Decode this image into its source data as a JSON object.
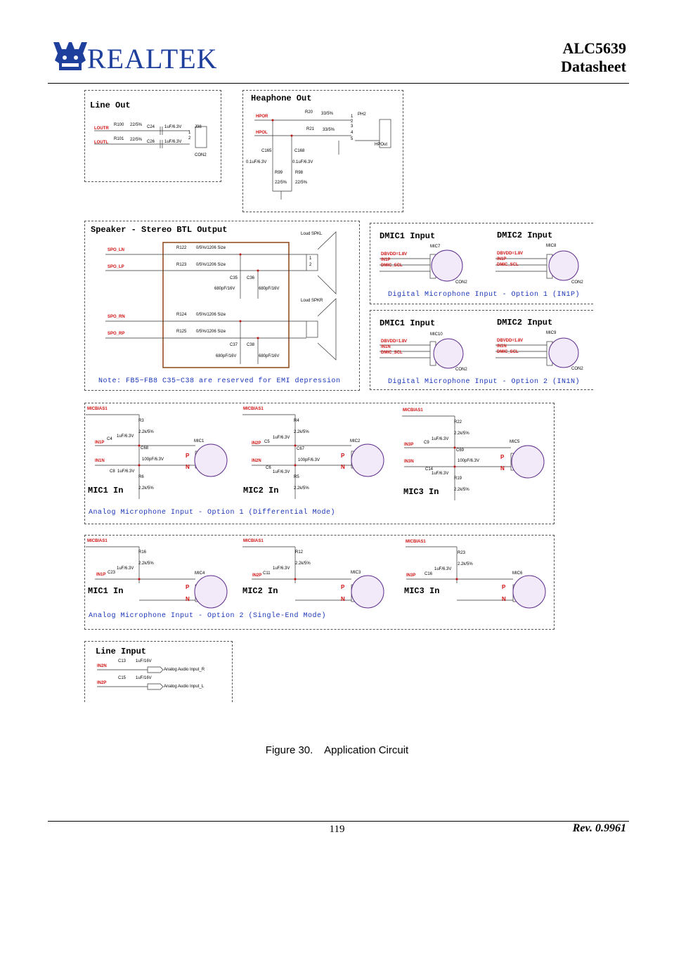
{
  "header": {
    "brand": "REALTEK",
    "product": "ALC5639",
    "doc_type": "Datasheet"
  },
  "colors": {
    "brand_blue": "#1f3f9c",
    "net_red": "#d01010",
    "note_blue": "#1a35b8",
    "speaker_box": "#8b4513",
    "mic_purple": "#5a2a8a"
  },
  "blocks": {
    "line_out": {
      "title": "Line Out",
      "nets": [
        "LOUTR",
        "LOUTL"
      ],
      "parts": [
        "R100",
        "22/5%",
        "C24",
        "1uF/6.3V",
        "J38",
        "R101",
        "22/5%",
        "C26",
        "1uF/6.3V",
        "CON2",
        "1",
        "2"
      ]
    },
    "headphone_out": {
      "title": "Heaphone Out",
      "nets": [
        "HPOR",
        "HPOL"
      ],
      "parts": [
        "R20",
        "33/5%",
        "R21",
        "33/5%",
        "PH2",
        "HPOut",
        "C165",
        "0.1uF/6.3V",
        "C168",
        "0.1uF/6.3V",
        "R99",
        "22/5%",
        "R98",
        "22/5%",
        "1",
        "2",
        "3",
        "4",
        "5"
      ]
    },
    "speaker": {
      "title": "Speaker - Stereo BTL Output",
      "nets": [
        "SPO_LN",
        "SPO_LP",
        "SPO_RN",
        "SPO_RP"
      ],
      "parts": [
        "R122",
        "0/5%/1206 Size",
        "R123",
        "0/5%/1206 Size",
        "R124",
        "0/5%/1206 Size",
        "R125",
        "0/5%/1206 Size",
        "C35",
        "C36",
        "680pF/16V",
        "680pF/16V",
        "C37",
        "C38",
        "680pF/16V",
        "680pF/16V",
        "Loud SPKL",
        "Loud SPKR",
        "1",
        "2"
      ],
      "note": "Note: FB5~FB8 C35~C38 are reserved for EMI depression"
    },
    "dmic_opt1": {
      "titles": [
        "DMIC1 Input",
        "DMIC2 Input"
      ],
      "nets_left": [
        "DBVDD=1.8V",
        "IN1P",
        "DMIC_SCL"
      ],
      "nets_right": [
        "DBVDD=1.8V",
        "IN1P",
        "DMIC_SCL"
      ],
      "parts": [
        "MIC7",
        "MIC8",
        "CON2",
        "CON2"
      ],
      "note": "Digital Microphone Input - Option 1 (IN1P)"
    },
    "dmic_opt2": {
      "titles": [
        "DMIC1 Input",
        "DMIC2 Input"
      ],
      "nets_left": [
        "DBVDD=1.8V",
        "IN1N",
        "DMIC_SCL"
      ],
      "nets_right": [
        "DBVDD=1.8V",
        "IN1N",
        "DMIC_SCL"
      ],
      "parts": [
        "MIC10",
        "MIC9",
        "CON2",
        "CON2"
      ],
      "note": "Digital Microphone Input - Option 2 (IN1N)"
    },
    "analog_diff": {
      "bias": "MICBIAS1",
      "mic1": {
        "title": "MIC1 In",
        "nets": [
          "IN1P",
          "IN1N"
        ],
        "parts": [
          "R3",
          "2.2k/5%",
          "C4",
          "1uF/6.3V",
          "C68",
          "100pF/6.3V",
          "C8",
          "1uF/6.3V",
          "R6",
          "2.2k/5%",
          "MIC1",
          "P",
          "N"
        ]
      },
      "mic2": {
        "title": "MIC2 In",
        "nets": [
          "IN2P",
          "IN2N"
        ],
        "parts": [
          "R4",
          "2.2k/5%",
          "C5",
          "1uF/6.3V",
          "C67",
          "100pF/6.3V",
          "C6",
          "1uF/6.3V",
          "R5",
          "2.2k/5%",
          "MIC2",
          "P",
          "N"
        ]
      },
      "mic3": {
        "title": "MIC3 In",
        "nets": [
          "IN3P",
          "IN3N"
        ],
        "parts": [
          "R22",
          "2.2k/5%",
          "C9",
          "1uF/6.3V",
          "C69",
          "100pF/6.3V",
          "C14",
          "1uF/6.3V",
          "R19",
          "2.2k/5%",
          "MIC5",
          "P",
          "N"
        ]
      },
      "note": "Analog Microphone Input - Option 1 (Differential Mode)"
    },
    "analog_se": {
      "bias": "MICBIAS1",
      "mic1": {
        "title": "MIC1 In",
        "nets": [
          "IN1P"
        ],
        "parts": [
          "R16",
          "2.2k/5%",
          "C23",
          "1uF/6.3V",
          "MIC4",
          "P",
          "N"
        ]
      },
      "mic2": {
        "title": "MIC2 In",
        "nets": [
          "IN2P"
        ],
        "parts": [
          "R12",
          "2.2k/5%",
          "C11",
          "1uF/6.3V",
          "MIC3",
          "P",
          "N"
        ]
      },
      "mic3": {
        "title": "MIC3 In",
        "nets": [
          "IN3P"
        ],
        "parts": [
          "R23",
          "2.2k/5%",
          "C16",
          "1uF/6.3V",
          "MIC6",
          "P",
          "N"
        ]
      },
      "note": "Analog Microphone Input - Option 2 (Single-End Mode)"
    },
    "line_input": {
      "title": "Line Input",
      "nets": [
        "IN2N",
        "IN2P"
      ],
      "parts": [
        "C13",
        "1uF/16V",
        "Analog Audio Input_R",
        "C15",
        "1uF/16V",
        "Analog Audio Input_L"
      ]
    }
  },
  "caption": "Figure 30.    Application Circuit",
  "footer": {
    "page": "119",
    "rev": "Rev. 0.9961"
  }
}
